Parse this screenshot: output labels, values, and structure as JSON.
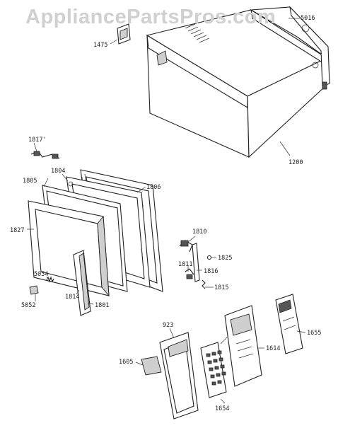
{
  "watermark": "AppliancePartsPros.com",
  "labels": {
    "p5016": "5016",
    "p1475": "1475",
    "p1200": "1200",
    "p1817": "1817'",
    "p1804": "1804",
    "p1805": "1805",
    "p1806": "1806",
    "p1827": "1827",
    "p1810": "1810",
    "p1825": "1825",
    "p1811": "1811",
    "p1816": "1816",
    "p1815": "1815",
    "p5054": "5054",
    "p5052": "5052",
    "p1814": "1814",
    "p1801": "1801",
    "p923": "923",
    "p1614": "1614",
    "p1655": "1655",
    "p1605": "1605",
    "p1654": "1654"
  }
}
